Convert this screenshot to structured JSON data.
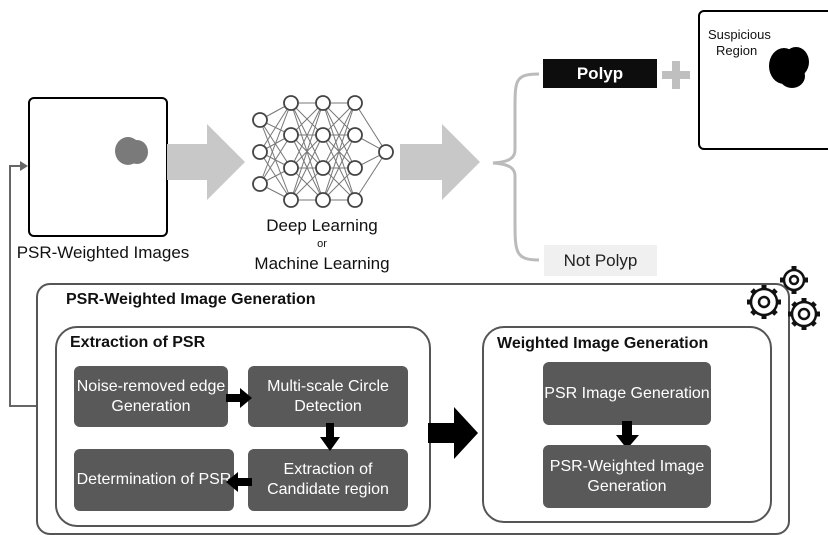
{
  "input": {
    "caption": "PSR-Weighted Images"
  },
  "model": {
    "line1": "Deep Learning",
    "line2": "or",
    "line3": "Machine Learning"
  },
  "outputs": {
    "positive": "Polyp",
    "negative": "Not Polyp",
    "region_label_line1": "Suspicious",
    "region_label_line2": "Region"
  },
  "generation": {
    "title": "PSR-Weighted Image Generation",
    "extraction": {
      "title": "Extraction of PSR",
      "steps": [
        "Noise-removed edge Generation",
        "Multi-scale Circle Detection",
        "Extraction of Candidate region",
        "Determination of PSR"
      ]
    },
    "weighted": {
      "title": "Weighted Image Generation",
      "steps": [
        "PSR Image Generation",
        "PSR-Weighted Image Generation"
      ]
    }
  },
  "colors": {
    "step_fill": "#595959",
    "arrow_gray": "#c8c8c8",
    "border": "#555555"
  },
  "icons": [
    "gears-icon",
    "neural-network-icon",
    "blob-icon",
    "plus-icon"
  ]
}
